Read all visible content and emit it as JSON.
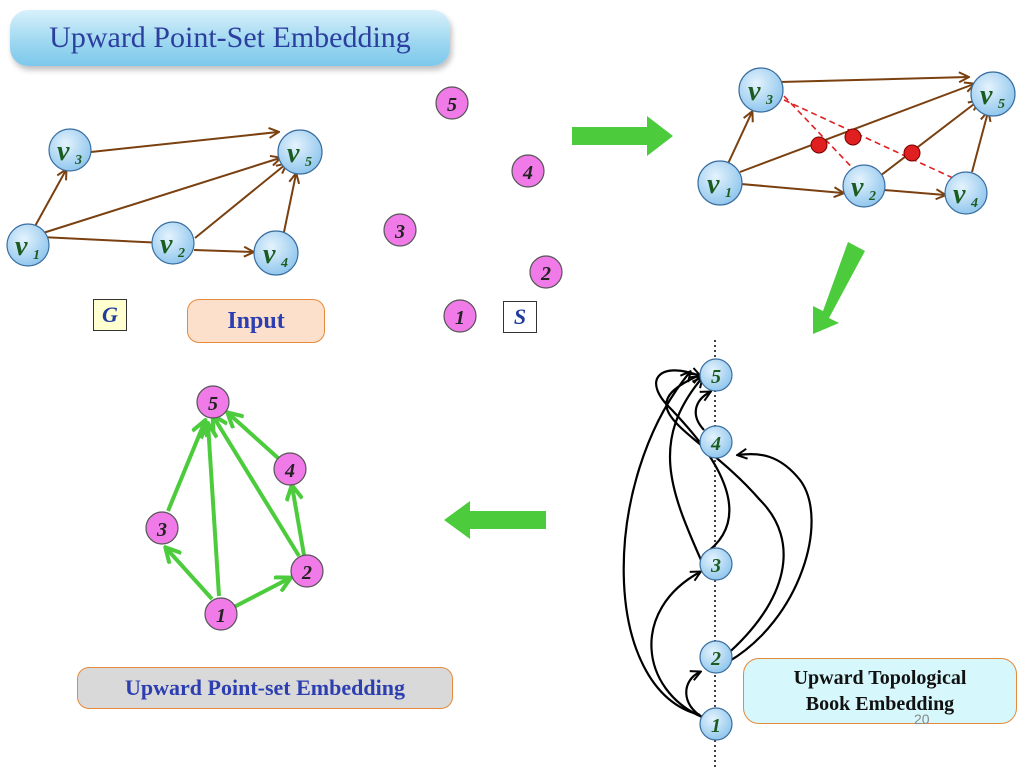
{
  "title": "Upward Point-Set Embedding",
  "labels": {
    "g": "G",
    "s": "S",
    "input": "Input",
    "result": "Upward Point-set Embedding",
    "book_line1": "Upward Topological",
    "book_line2": "Book Embedding",
    "page_number": "20"
  },
  "vertex_labels": {
    "v1": "v",
    "v1_sub": "1",
    "v2": "v",
    "v2_sub": "2",
    "v3": "v",
    "v3_sub": "3",
    "v4": "v",
    "v4_sub": "4",
    "v5": "v",
    "v5_sub": "5"
  },
  "points": [
    "1",
    "2",
    "3",
    "4",
    "5"
  ],
  "colors": {
    "vertex_fill": "#a8d4f2",
    "point_fill": "#f07ae8",
    "brown_edge": "#7a4010",
    "green": "#4ccc3c",
    "crossing": "#e02020"
  }
}
